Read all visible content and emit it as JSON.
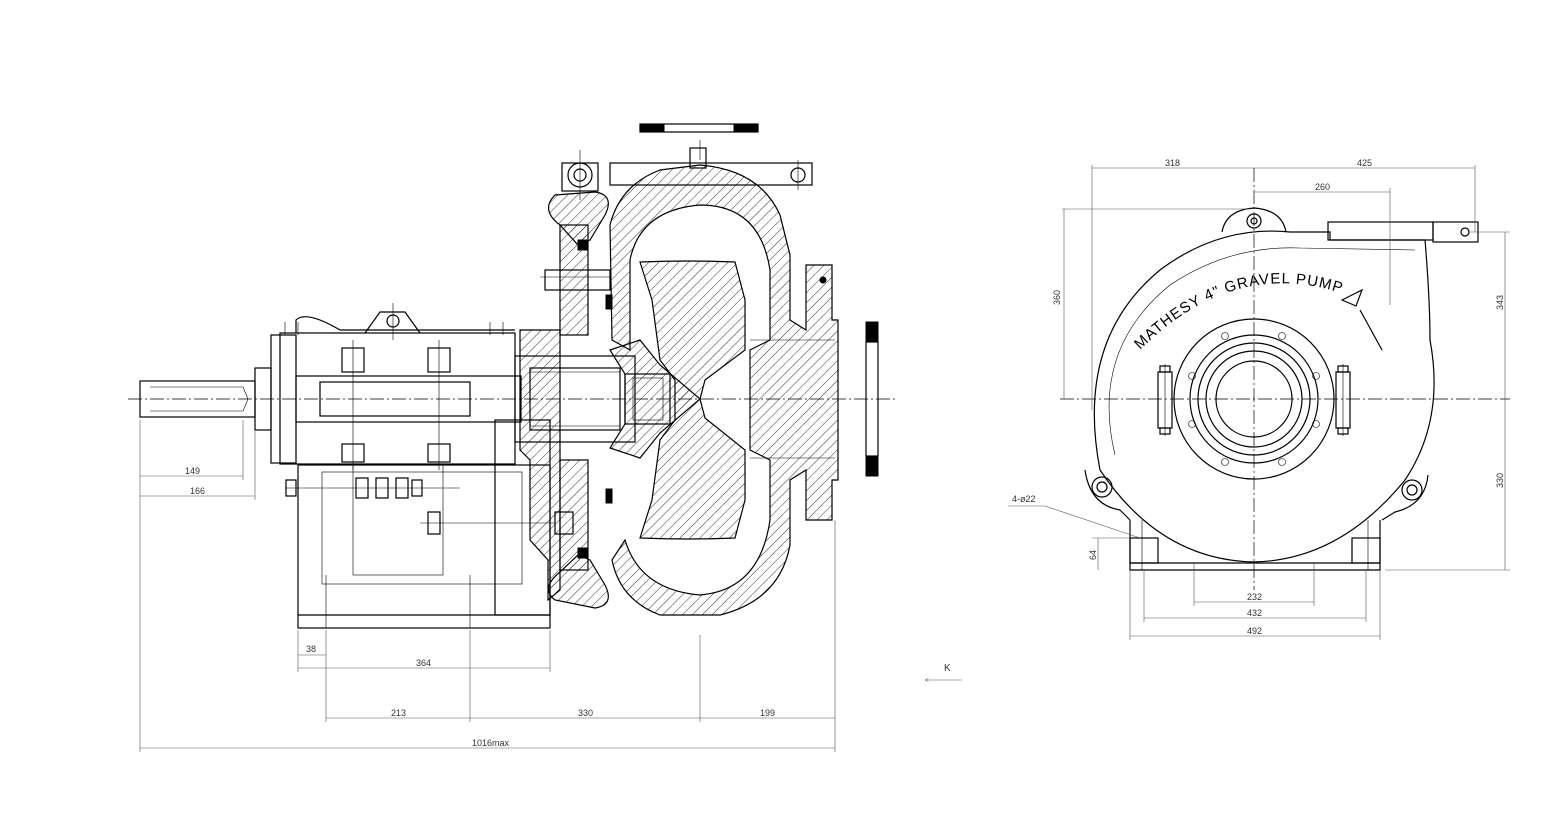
{
  "side_view": {
    "dimensions": {
      "shaft_149": "149",
      "shaft_166": "166",
      "d38": "38",
      "d364": "364",
      "d213": "213",
      "d330": "330",
      "d199": "199",
      "overall": "1016max"
    }
  },
  "view_label": "K",
  "front_view": {
    "lettering": "MATHESY 4\" GRAVEL PUMP",
    "dimensions": {
      "top_318": "318",
      "top_425": "425",
      "top_260": "260",
      "left_360": "360",
      "right_343": "343",
      "right_330": "330",
      "holes": "4-ø22",
      "base_64": "64",
      "base_232": "232",
      "base_432": "432",
      "base_492": "492"
    }
  }
}
